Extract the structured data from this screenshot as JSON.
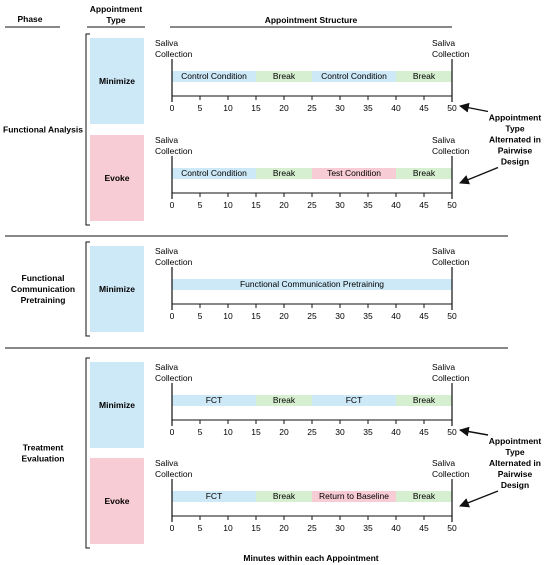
{
  "headers": {
    "phase": "Phase",
    "type_line1": "Appointment",
    "type_line2": "Type",
    "structure": "Appointment Structure"
  },
  "x_axis_label": "Minutes within each Appointment",
  "axis": {
    "min": 0,
    "max": 50,
    "step": 5
  },
  "saliva_line1": "Saliva",
  "saliva_line2": "Collection",
  "colors": {
    "minimize": "#cde9f7",
    "evoke": "#f8ccd4",
    "control": "#cde9f7",
    "break": "#d6efd0",
    "test": "#f8ccd4"
  },
  "phases": [
    {
      "label_lines": [
        "Functional Analysis"
      ],
      "appointments": [
        {
          "type": "Minimize",
          "type_color": "minimize",
          "segments": [
            {
              "label": "Control Condition",
              "start": 0,
              "end": 15,
              "color": "control"
            },
            {
              "label": "Break",
              "start": 15,
              "end": 25,
              "color": "break"
            },
            {
              "label": "Control Condition",
              "start": 25,
              "end": 40,
              "color": "control"
            },
            {
              "label": "Break",
              "start": 40,
              "end": 50,
              "color": "break"
            }
          ]
        },
        {
          "type": "Evoke",
          "type_color": "evoke",
          "segments": [
            {
              "label": "Control Condition",
              "start": 0,
              "end": 15,
              "color": "control"
            },
            {
              "label": "Break",
              "start": 15,
              "end": 25,
              "color": "break"
            },
            {
              "label": "Test Condition",
              "start": 25,
              "end": 40,
              "color": "test"
            },
            {
              "label": "Break",
              "start": 40,
              "end": 50,
              "color": "break"
            }
          ]
        }
      ],
      "annotation": [
        "Appointment",
        "Type",
        "Alternated in",
        "Pairwise",
        "Design"
      ]
    },
    {
      "label_lines": [
        "Functional",
        "Communication",
        "Pretraining"
      ],
      "appointments": [
        {
          "type": "Minimize",
          "type_color": "minimize",
          "segments": [
            {
              "label": "Functional Communication Pretraining",
              "start": 0,
              "end": 50,
              "color": "control"
            }
          ]
        }
      ],
      "annotation": null
    },
    {
      "label_lines": [
        "Treatment",
        "Evaluation"
      ],
      "appointments": [
        {
          "type": "Minimize",
          "type_color": "minimize",
          "segments": [
            {
              "label": "FCT",
              "start": 0,
              "end": 15,
              "color": "control"
            },
            {
              "label": "Break",
              "start": 15,
              "end": 25,
              "color": "break"
            },
            {
              "label": "FCT",
              "start": 25,
              "end": 40,
              "color": "control"
            },
            {
              "label": "Break",
              "start": 40,
              "end": 50,
              "color": "break"
            }
          ]
        },
        {
          "type": "Evoke",
          "type_color": "evoke",
          "segments": [
            {
              "label": "FCT",
              "start": 0,
              "end": 15,
              "color": "control"
            },
            {
              "label": "Break",
              "start": 15,
              "end": 25,
              "color": "break"
            },
            {
              "label": "Return to Baseline",
              "start": 25,
              "end": 40,
              "color": "test"
            },
            {
              "label": "Break",
              "start": 40,
              "end": 50,
              "color": "break"
            }
          ]
        }
      ],
      "annotation": [
        "Appointment",
        "Type",
        "Alternated in",
        "Pairwise",
        "Design"
      ]
    }
  ]
}
